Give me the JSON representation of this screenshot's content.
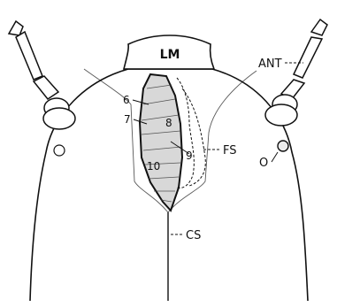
{
  "labels": {
    "labrum": "LM",
    "antenna": "ANT",
    "frontal_suture": "FS",
    "ocellus": "O",
    "coronal_suture": "CS"
  },
  "muscle_numbers": [
    "6",
    "7",
    "8",
    "9",
    "10"
  ],
  "colors": {
    "ink": "#111111",
    "paper": "#ffffff",
    "shade": "#d8d8d8"
  }
}
